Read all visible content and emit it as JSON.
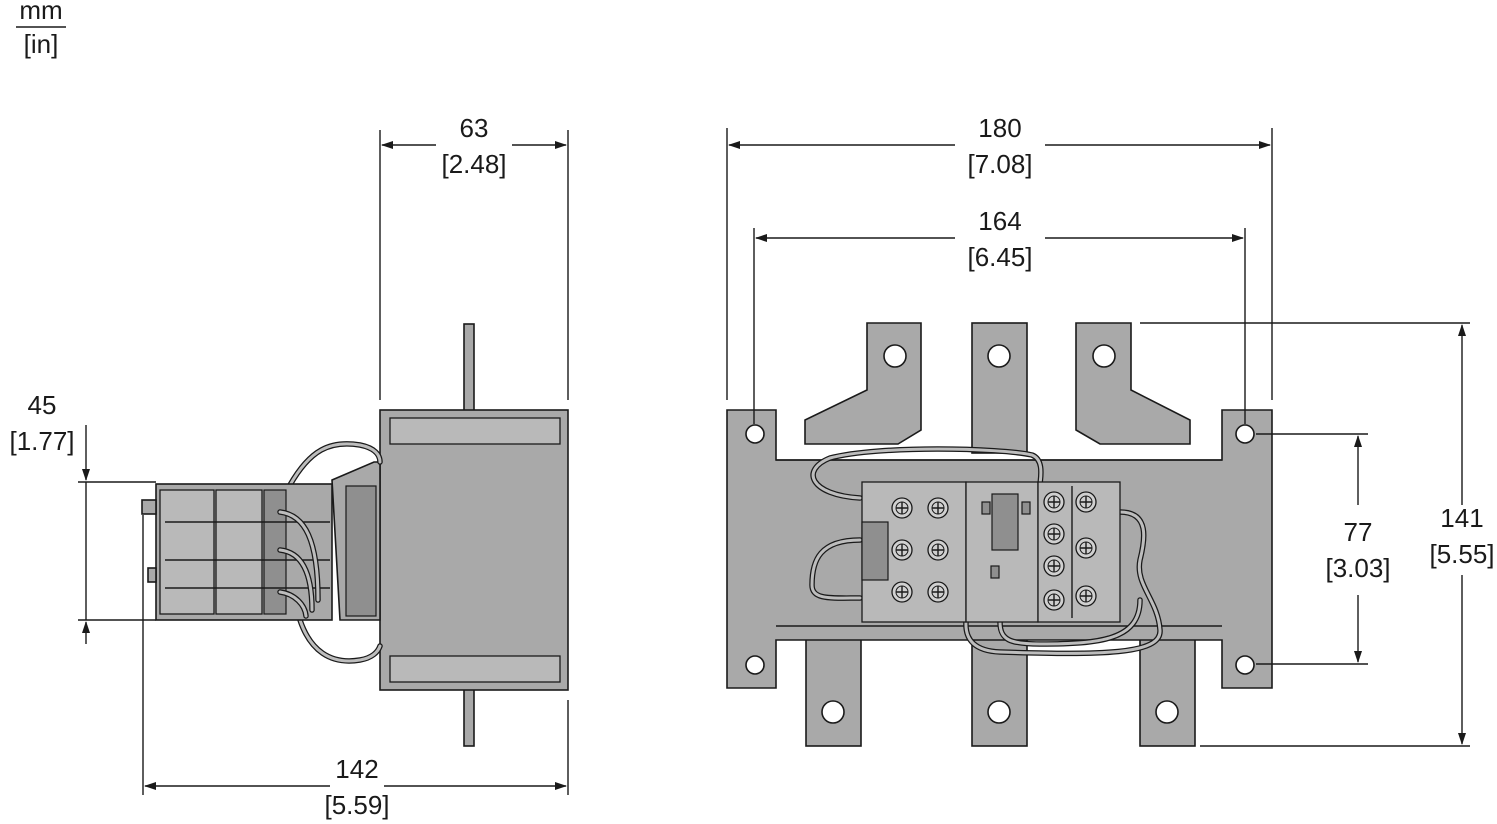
{
  "units": {
    "top": "mm",
    "bottom": "[in]"
  },
  "side_view": {
    "width": {
      "mm": "63",
      "in": "[2.48]"
    },
    "height": {
      "mm": "45",
      "in": "[1.77]"
    },
    "depth": {
      "mm": "142",
      "in": "[5.59]"
    }
  },
  "front_view": {
    "overall_width": {
      "mm": "180",
      "in": "[7.08]"
    },
    "hole_spacing": {
      "mm": "164",
      "in": "[6.45]"
    },
    "hole_vertical": {
      "mm": "77",
      "in": "[3.03]"
    },
    "overall_height": {
      "mm": "141",
      "in": "[5.55]"
    }
  }
}
